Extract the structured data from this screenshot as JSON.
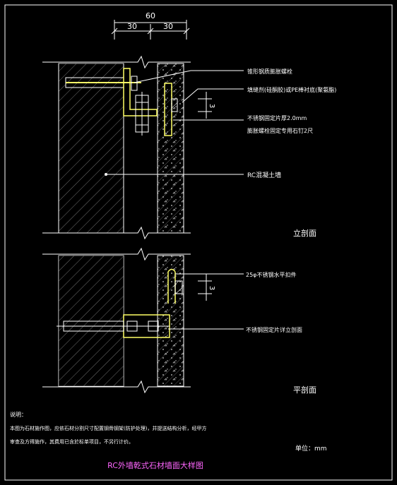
{
  "dimensions": {
    "total": "60",
    "left": "30",
    "right": "30",
    "gap_top": "3",
    "gap_bottom": "3"
  },
  "annotations_top": [
    "锥形钢质膨胀螺栓",
    "填缝剂(硅酮胶)或PE棒衬底(聚氨酯)",
    "不锈钢固定片厚2.0mm",
    "膨胀螺栓固定专用石钉2尺",
    "RC混凝土墙"
  ],
  "annotations_bottom": [
    "25φ不锈钢水平扣件",
    "不锈钢固定片详立剖面"
  ],
  "section_labels": {
    "vertical": "立剖面",
    "plan": "平剖面"
  },
  "notes": {
    "heading": "说明：",
    "line1": "本图为石材施作图，应依石材分割尺寸配置钢骨钢架(防护处理)，并提送结构分析，经甲方",
    "line2": "审查及方得施作，其费用已含於标单项目，不另行计价。"
  },
  "unit": "单位：mm",
  "title": "RC外墙乾式石材墙面大样图",
  "colors": {
    "background": "#000000",
    "frame": "#ffffff",
    "hatch": "#ffffff",
    "steel": "#ffff66",
    "title": "#ff66ff",
    "dim": "#ffffff"
  }
}
